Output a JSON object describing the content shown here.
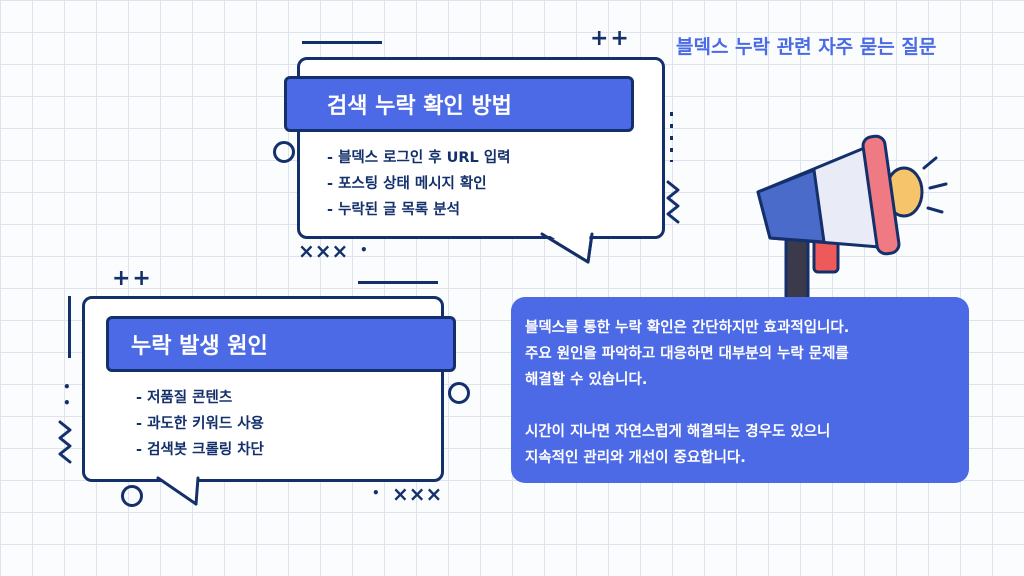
{
  "page_title": "블덱스 누락 관련 자주 묻는 질문",
  "card_search": {
    "title": "검색 누락 확인 방법",
    "items": [
      "- 블덱스 로그인 후 URL 입력",
      "- 포스팅 상태 메시지 확인",
      "- 누락된 글 목록 분석"
    ]
  },
  "card_causes": {
    "title": "누락 발생 원인",
    "items": [
      "- 저품질 콘텐츠",
      "- 과도한 키워드 사용",
      "- 검색봇 크롤링 차단"
    ]
  },
  "info": {
    "paragraph1": "블덱스를 통한 누락 확인은 간단하지만 효과적입니다.\n주요 원인을 파악하고 대응하면 대부분의 누락 문제를\n해결할 수 있습니다.",
    "paragraph2": "시간이 지나면 자연스럽게 해결되는 경우도 있으니\n지속적인 관리와 개선이 중요합니다."
  },
  "decorations": {
    "plus": "++",
    "cross": "×××",
    "dot": "•"
  },
  "colors": {
    "accent": "#4d6ae6",
    "navy": "#14306b",
    "title": "#4a6ae6"
  },
  "icons": [
    "megaphone-icon"
  ]
}
